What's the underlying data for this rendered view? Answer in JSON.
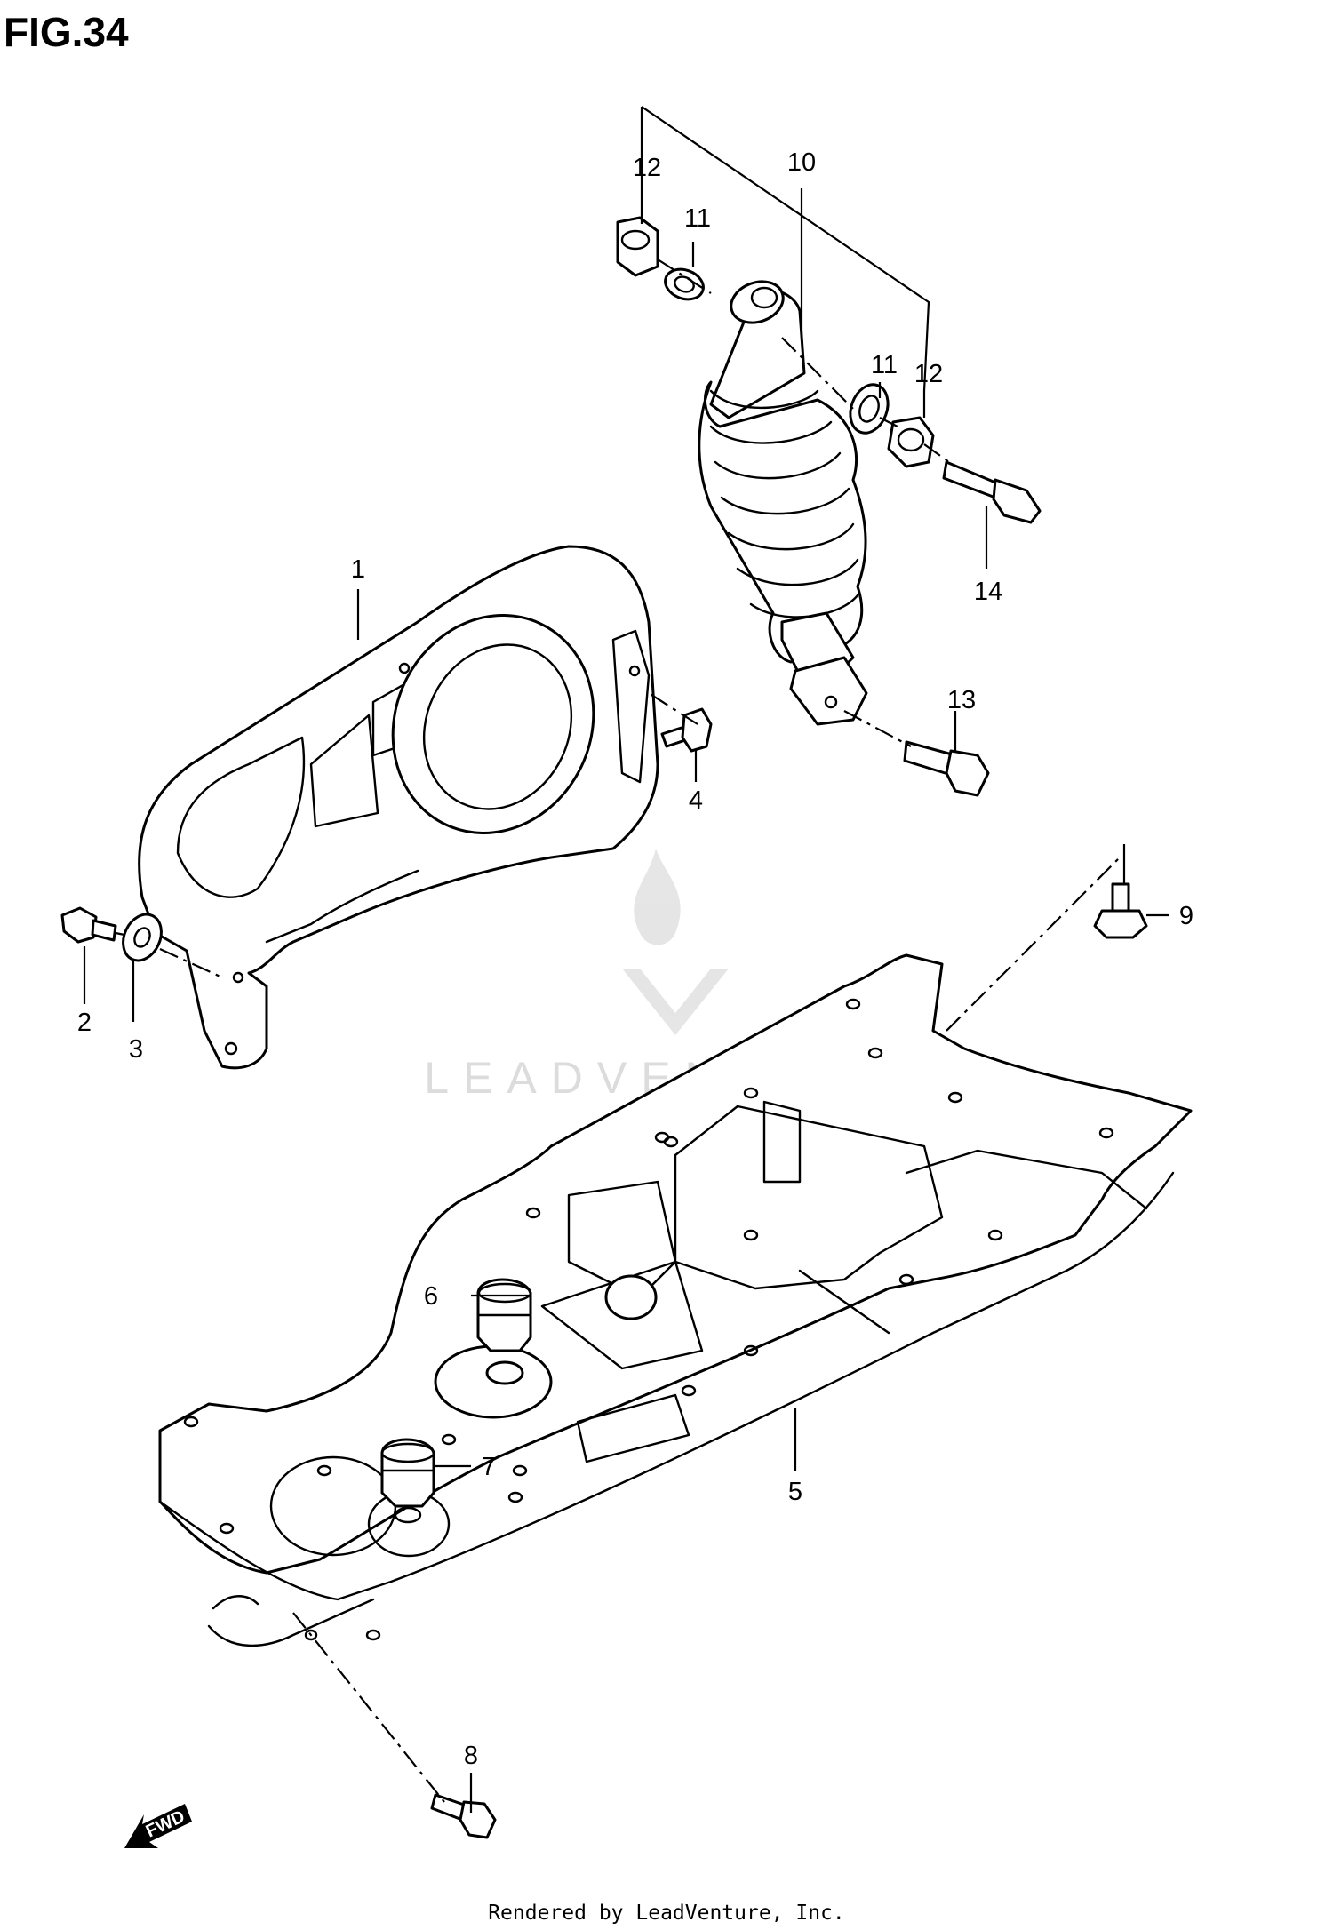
{
  "figure_label": "FIG.34",
  "watermark_text": "LEADVENTURE",
  "footer_credit": "Rendered by LeadVenture, Inc.",
  "direction_arrow_label": "FWD",
  "callouts": [
    "1",
    "2",
    "3",
    "4",
    "5",
    "6",
    "7",
    "8",
    "9",
    "10",
    "11",
    "11",
    "12",
    "12",
    "13",
    "14"
  ],
  "colors": {
    "line": "#000000",
    "background": "#ffffff",
    "watermark": "#dcdcdc"
  }
}
